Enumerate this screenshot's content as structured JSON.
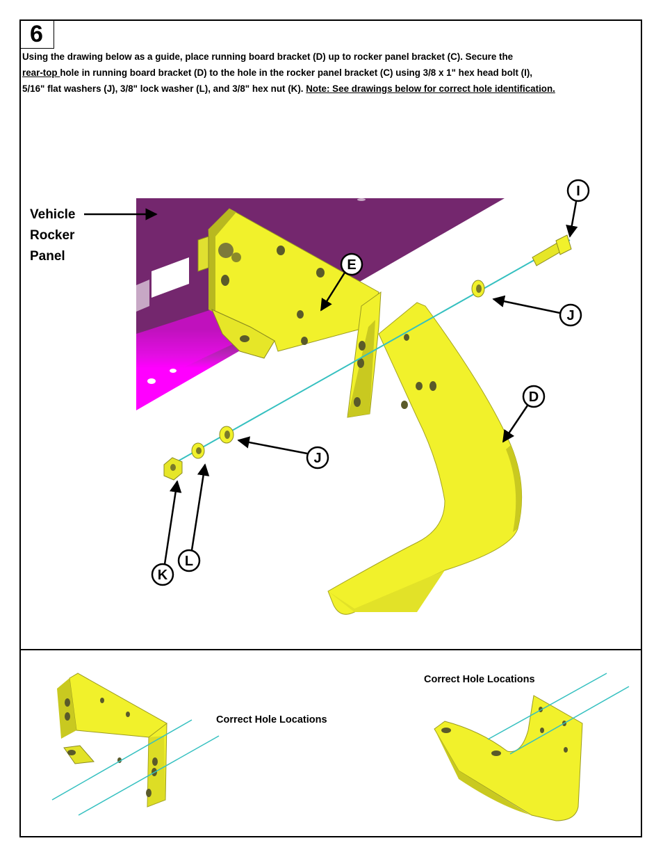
{
  "step": {
    "number": "6"
  },
  "instructions": {
    "line1": "Using the drawing below as a guide, place running board bracket (D) up to rocker panel bracket (C).  Secure the",
    "line2_underlined": "rear-top ",
    "line2_rest": "hole in running board bracket (D) to the hole in the rocker panel bracket (C) using 3/8 x 1\" hex head bolt (I),",
    "line3": "5/16\" flat washers (J), 3/8\" lock washer (L), and 3/8\" hex nut (K).  ",
    "line3_note": "Note:  See drawings below for correct hole identification."
  },
  "rocker_label": {
    "line1": "Vehicle",
    "line2": "Rocker",
    "line3": "Panel"
  },
  "callouts": {
    "I": "I",
    "E": "E",
    "J_top": "J",
    "D": "D",
    "J_bottom": "J",
    "L": "L",
    "K": "K"
  },
  "bottom_captions": {
    "left": "Correct Hole Locations",
    "right": "Correct Hole Locations"
  },
  "colors": {
    "rocker_dark": "#74276e",
    "rocker_bright": "#ff00ff",
    "bracket_yellow": "#f1f12b",
    "bracket_shade": "#c9c920",
    "bolt_line": "#35c0c0"
  }
}
